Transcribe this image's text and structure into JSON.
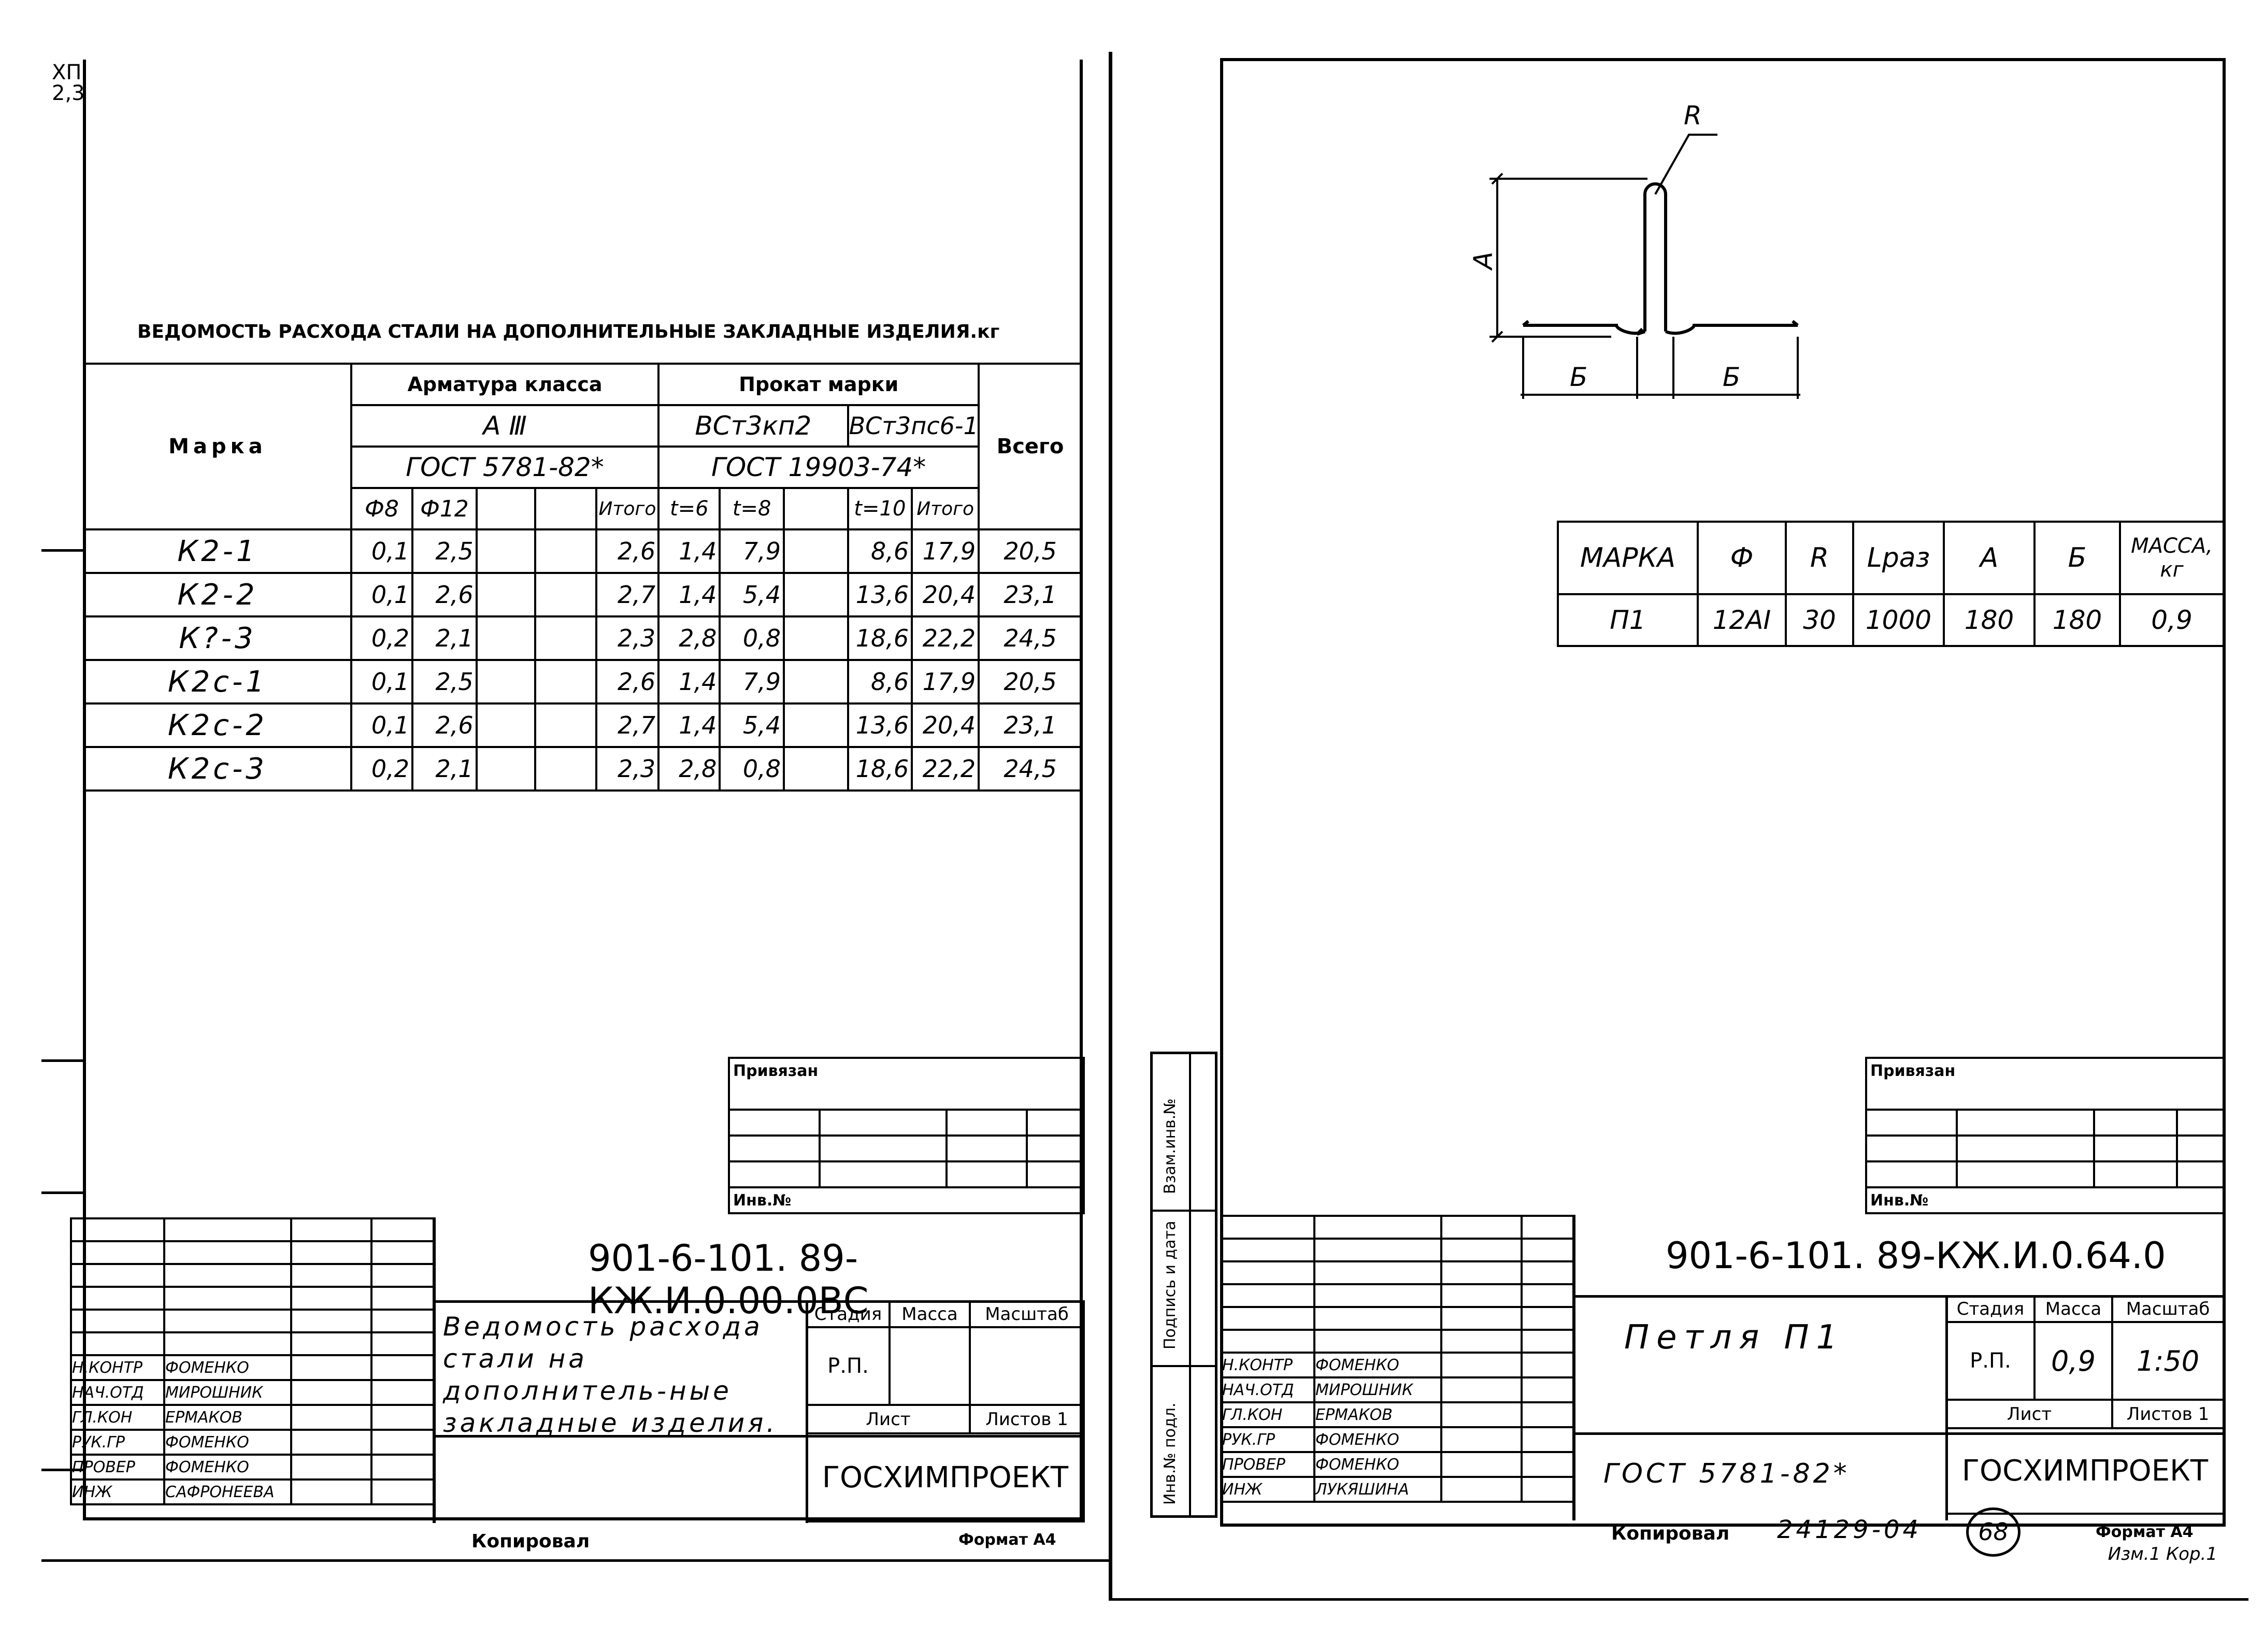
{
  "left_sheet": {
    "corner_note": "ХП\n2,3",
    "table_title": "ВЕДОМОСТЬ РАСХОДА СТАЛИ НА ДОПОЛНИТЕЛЬНЫЕ ЗАКЛАДНЫЕ ИЗДЕЛИЯ.кг",
    "header": {
      "marka": "Марка",
      "armatura": "Арматура класса",
      "prokat": "Прокат марки",
      "vsego": "Всего",
      "armatura_class": "А Ⅲ",
      "prokat_a": "ВСт3кп2",
      "prokat_b": "ВСт3пс6-1",
      "gost_a": "ГОСТ 5781-82*",
      "gost_b": "ГОСТ 19903-74*",
      "cols": [
        "Ф8",
        "Ф12",
        "",
        "",
        "Итого",
        "t=6",
        "t=8",
        "",
        "t=10",
        "Итого"
      ]
    },
    "rows": [
      {
        "marka": "К2-1",
        "v": [
          "0,1",
          "2,5",
          "",
          "",
          "2,6",
          "1,4",
          "7,9",
          "",
          "8,6",
          "17,9",
          "20,5"
        ]
      },
      {
        "marka": "К2-2",
        "v": [
          "0,1",
          "2,6",
          "",
          "",
          "2,7",
          "1,4",
          "5,4",
          "",
          "13,6",
          "20,4",
          "23,1"
        ]
      },
      {
        "marka": "К?-3",
        "v": [
          "0,2",
          "2,1",
          "",
          "",
          "2,3",
          "2,8",
          "0,8",
          "",
          "18,6",
          "22,2",
          "24,5"
        ]
      },
      {
        "marka": "К2с-1",
        "v": [
          "0,1",
          "2,5",
          "",
          "",
          "2,6",
          "1,4",
          "7,9",
          "",
          "8,6",
          "17,9",
          "20,5"
        ]
      },
      {
        "marka": "К2с-2",
        "v": [
          "0,1",
          "2,6",
          "",
          "",
          "2,7",
          "1,4",
          "5,4",
          "",
          "13,6",
          "20,4",
          "23,1"
        ]
      },
      {
        "marka": "К2с-3",
        "v": [
          "0,2",
          "2,1",
          "",
          "",
          "2,3",
          "2,8",
          "0,8",
          "",
          "18,6",
          "22,2",
          "24,5"
        ]
      }
    ],
    "privyazan": "Привязан",
    "inv_no": "Инв.№",
    "doc_code": "901-6-101. 89-КЖ.И.0.00.0ВС",
    "doc_title": "Ведомость расхода стали на дополнитель-ные закладные изделия.",
    "stadiya": "Стадия",
    "massa": "Масса",
    "masshtab": "Масштаб",
    "stage_value": "Р.П.",
    "list": "Лист",
    "listov": "Листов 1",
    "org": "ГОСХИМПРОЕКТ",
    "signers": [
      {
        "role": "Н.КОНТР",
        "name": "ФОМЕНКО"
      },
      {
        "role": "НАЧ.ОТД",
        "name": "МИРОШНИК"
      },
      {
        "role": "ГЛ.КОН",
        "name": "ЕРМАКОВ"
      },
      {
        "role": "РУК.ГР",
        "name": "ФОМЕНКО"
      },
      {
        "role": "ПРОВЕР",
        "name": "ФОМЕНКО"
      },
      {
        "role": "ИНЖ",
        "name": "САФРОНЕЕВА"
      }
    ],
    "kopiroval": "Копировал",
    "format": "Формат А4"
  },
  "right_sheet": {
    "drawing_labels": {
      "r": "R",
      "a": "А",
      "b1": "Б",
      "b2": "Б"
    },
    "spec_header": [
      "МАРКА",
      "Ф",
      "R",
      "Lраз",
      "А",
      "Б",
      "МАССА, кг"
    ],
    "spec_row": [
      "П1",
      "12АI",
      "30",
      "1000",
      "180",
      "180",
      "0,9"
    ],
    "privyazan": "Привязан",
    "inv_no": "Инв.№",
    "side_labels": [
      "Взам.инв.№",
      "Подпись и дата",
      "Инв.№ подл."
    ],
    "doc_code": "901-6-101. 89-КЖ.И.0.64.0",
    "doc_title": "Петля П1",
    "gost": "ГОСТ 5781-82*",
    "stadiya": "Стадия",
    "massa": "Масса",
    "masshtab": "Масштаб",
    "stage_value": "Р.П.",
    "mass_value": "0,9",
    "scale_value": "1:50",
    "list": "Лист",
    "listov": "Листов 1",
    "org": "ГОСХИМПРОЕКТ",
    "signers": [
      {
        "role": "Н.КОНТР",
        "name": "ФОМЕНКО"
      },
      {
        "role": "НАЧ.ОТД",
        "name": "МИРОШНИК"
      },
      {
        "role": "ГЛ.КОН",
        "name": "ЕРМАКОВ"
      },
      {
        "role": "РУК.ГР",
        "name": "ФОМЕНКО"
      },
      {
        "role": "ПРОВЕР",
        "name": "ФОМЕНКО"
      },
      {
        "role": "ИНЖ",
        "name": "ЛУКЯШИНА"
      }
    ],
    "kopiroval": "Копировал",
    "archive_no": "24129-04",
    "page_circle": "68",
    "format": "Формат А4",
    "note": "Изм.1 Кор.1"
  }
}
